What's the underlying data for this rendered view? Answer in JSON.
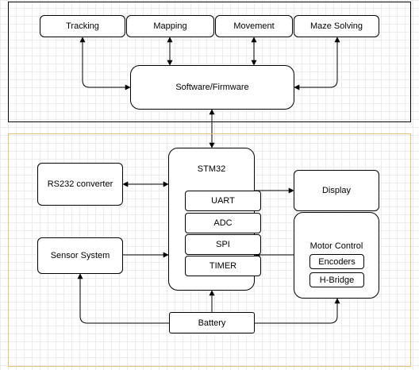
{
  "software_layer": {
    "modules": {
      "tracking": "Tracking",
      "mapping": "Mapping",
      "movement": "Movement",
      "maze_solving": "Maze Solving"
    },
    "firmware": "Software/Firmware"
  },
  "hardware_layer": {
    "mcu": {
      "title": "STM32",
      "peripherals": {
        "uart": "UART",
        "adc": "ADC",
        "spi": "SPI",
        "timer": "TIMER"
      }
    },
    "rs232": "RS232 converter",
    "sensor": "Sensor System",
    "display": "Display",
    "motor_control": {
      "title": "Motor Control",
      "encoders": "Encoders",
      "hbridge": "H-Bridge"
    },
    "battery": "Battery"
  }
}
